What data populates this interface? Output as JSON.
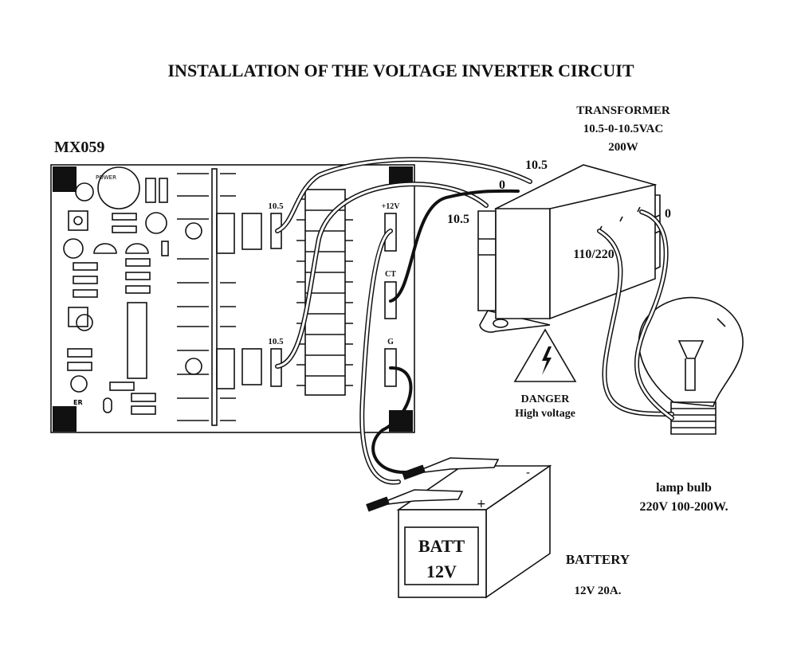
{
  "title": "INSTALLATION OF THE VOLTAGE INVERTER CIRCUIT",
  "board": {
    "model": "MX059",
    "silkscreen": {
      "power": "POWER",
      "er": "ER"
    },
    "terminals": {
      "out_a": "10.5",
      "out_b": "10.5",
      "plus12": "+12V",
      "ct": "CT",
      "g": "G"
    }
  },
  "transformer": {
    "title": "TRANSFORMER",
    "rating": "10.5-0-10.5VAC",
    "power": "200W",
    "secondary_taps": {
      "top": "10.5",
      "center": "0",
      "bottom": "10.5"
    },
    "primary_taps": {
      "line": "110/220",
      "zero": "0"
    }
  },
  "warning": {
    "icon": "high-voltage-icon",
    "title": "DANGER",
    "subtitle": "High voltage"
  },
  "lamp": {
    "label": "lamp bulb",
    "rating": "220V 100-200W."
  },
  "battery": {
    "face_line1": "BATT",
    "face_line2": "12V",
    "label": "BATTERY",
    "rating": "12V 20A.",
    "minus": "-",
    "plus": "+"
  }
}
